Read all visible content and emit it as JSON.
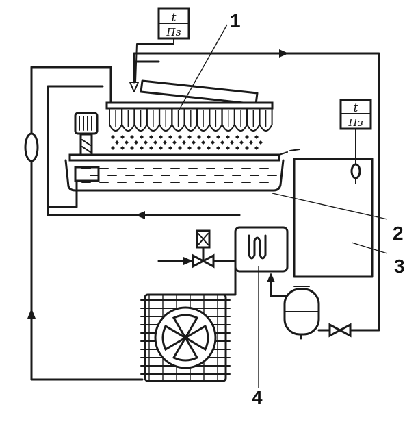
{
  "diagram": {
    "callouts": [
      {
        "id": "1",
        "text": "1"
      },
      {
        "id": "2",
        "text": "2"
      },
      {
        "id": "3",
        "text": "3"
      },
      {
        "id": "4",
        "text": "4"
      }
    ],
    "gauges": [
      {
        "id": "top",
        "top": "t",
        "bottom": "Пз"
      },
      {
        "id": "right",
        "top": "t",
        "bottom": "Пз"
      }
    ],
    "icons": [
      "fan-icon",
      "solenoid-valve-icon",
      "valve-icon",
      "sight-glass-icon"
    ]
  }
}
